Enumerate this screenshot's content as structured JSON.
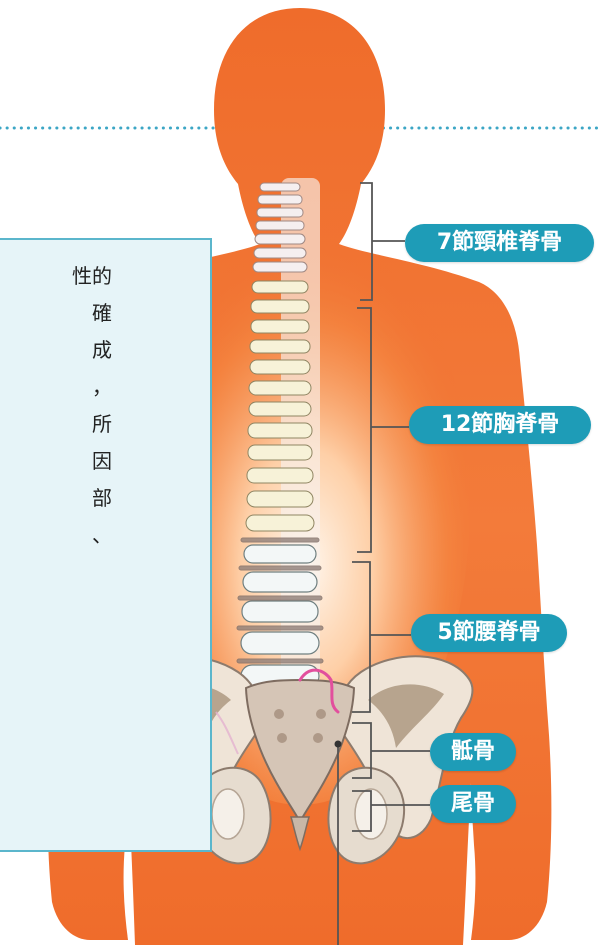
{
  "labels": {
    "cervical": "7節頸椎脊骨",
    "thoracic": "12節胸脊骨",
    "lumbar": "5節腰脊骨",
    "sacrum": "骶骨",
    "coccyx": "尾骨"
  },
  "partial_text_lines": [
    "性的",
    "確",
    "成",
    "，",
    "所",
    "因",
    "部",
    "、"
  ],
  "colors": {
    "body_orange": "#f06f2f",
    "label_teal": "#1e9cb7",
    "panel_blue": "#e6f4f8",
    "bracket_gray": "#555555",
    "dotted_line": "#3ca6c5"
  }
}
